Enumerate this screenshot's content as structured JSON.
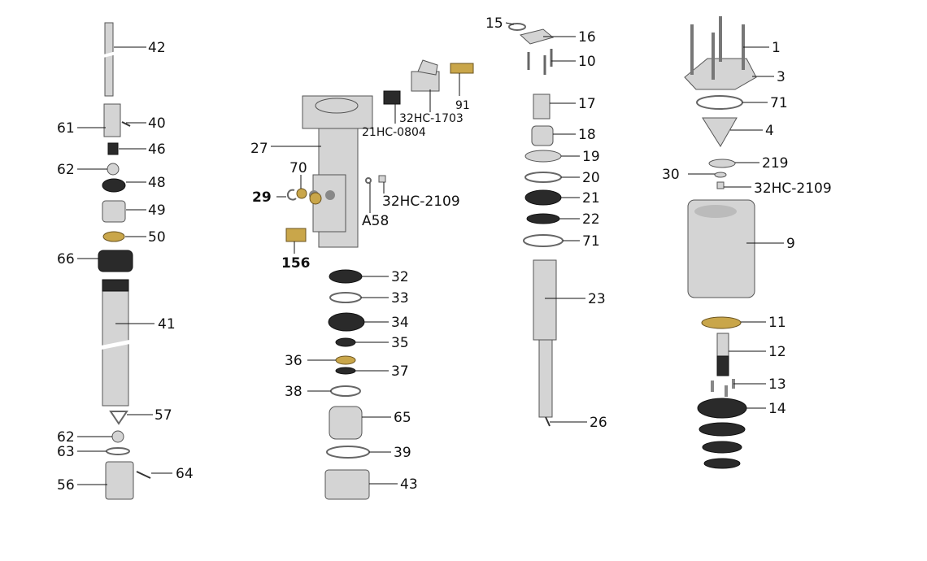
{
  "title": "Pump exploded parts diagram",
  "colors": {
    "part": "#d4d4d4",
    "dark_part": "#2a2a2a",
    "brass_part": "#c9a64a",
    "line": "#111111"
  },
  "labels": {
    "c1": [
      "42",
      "61",
      "40",
      "46",
      "62",
      "48",
      "49",
      "50",
      "66",
      "41",
      "57",
      "62",
      "63",
      "64",
      "56"
    ],
    "c2": [
      "27",
      "70",
      "29",
      "32HC-2109",
      "A58",
      "156",
      "21HC-0804",
      "32HC-1703",
      "91",
      "32",
      "33",
      "34",
      "35",
      "36",
      "37",
      "38",
      "65",
      "39",
      "43"
    ],
    "c3": [
      "15",
      "16",
      "10",
      "17",
      "18",
      "19",
      "20",
      "21",
      "22",
      "71",
      "23",
      "26"
    ],
    "c4": [
      "1",
      "3",
      "71",
      "4",
      "219",
      "30",
      "32HC-2109",
      "9",
      "11",
      "12",
      "13",
      "14"
    ]
  }
}
